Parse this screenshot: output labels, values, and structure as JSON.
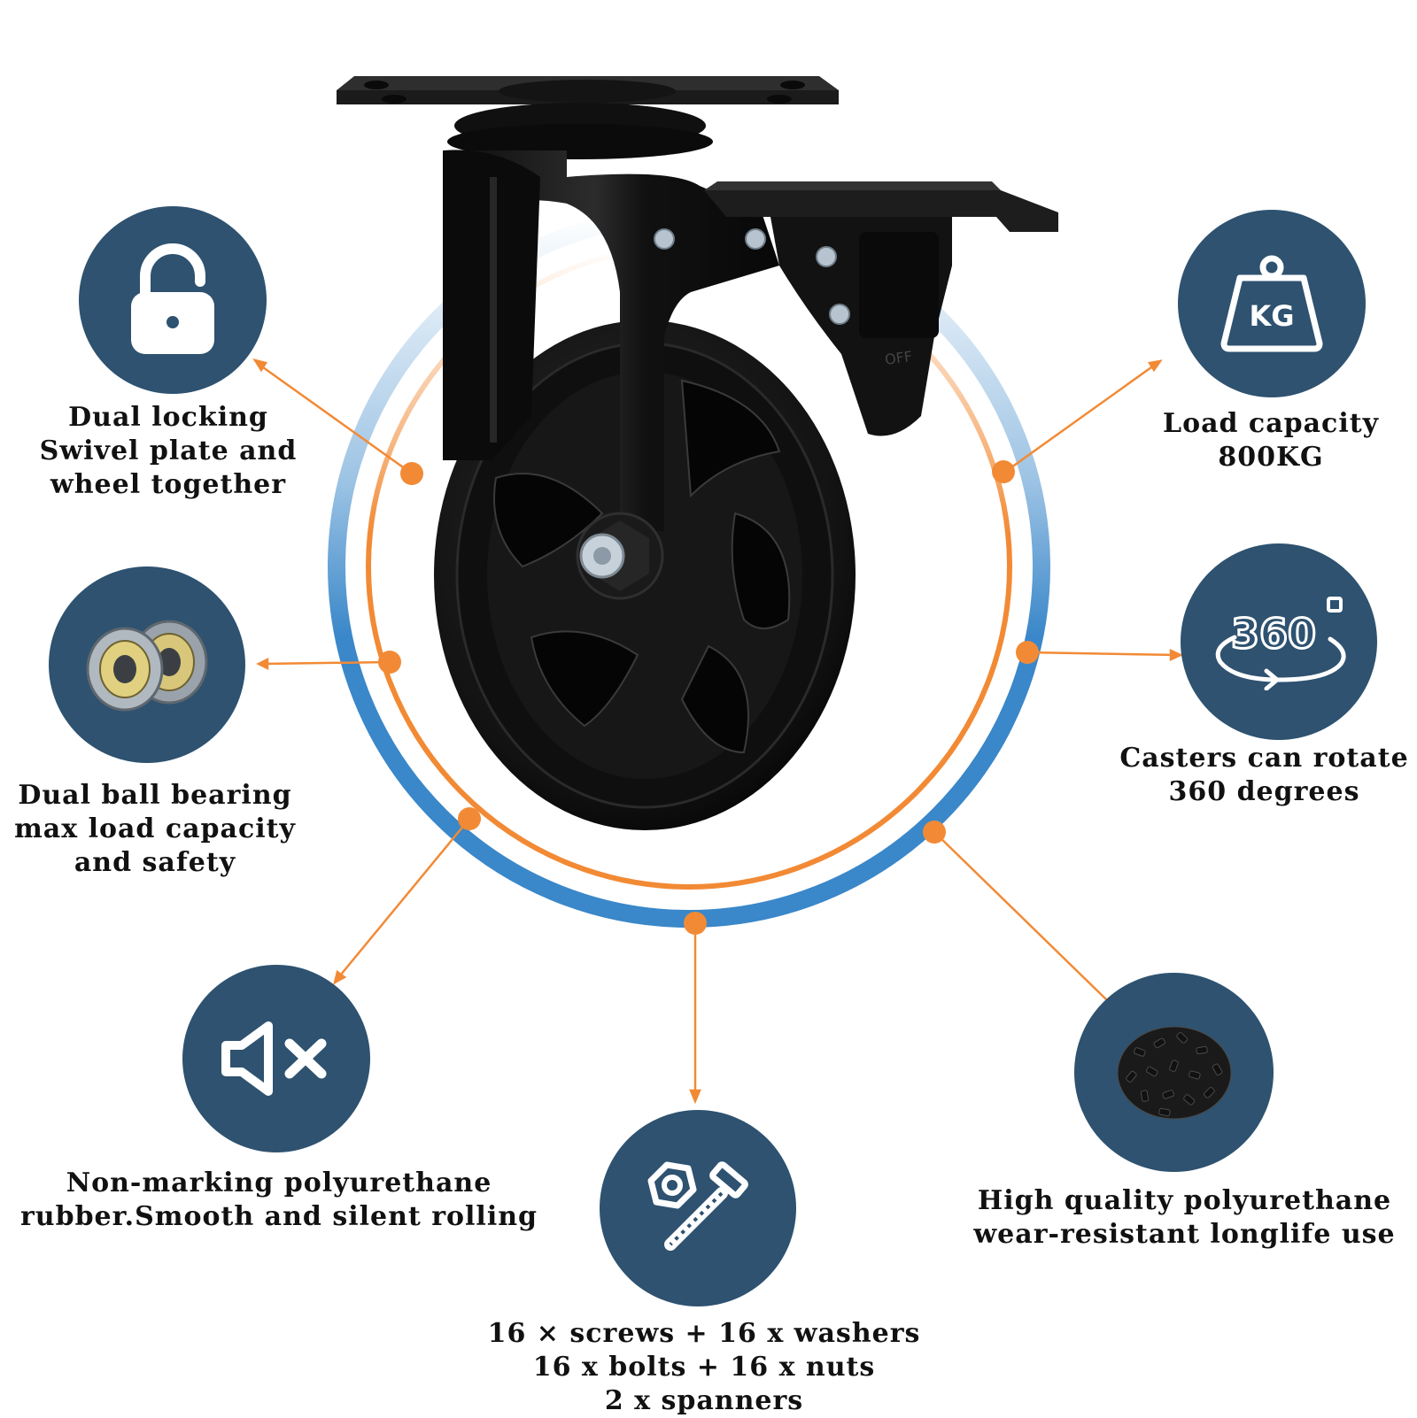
{
  "colors": {
    "badge": "#2e5270",
    "accent": "#f28a35",
    "ring": "#3a87c9",
    "icon": "#ffffff"
  },
  "features": {
    "lock": {
      "icon": "unlocked-padlock-icon",
      "lines": [
        "Dual locking",
        "Swivel plate and",
        "wheel together"
      ]
    },
    "load": {
      "icon": "kg-weight-icon",
      "lines": [
        "Load capacity",
        "800KG"
      ]
    },
    "bearing": {
      "icon": "ball-bearings-icon",
      "lines": [
        "Dual ball bearing",
        "max load capacity",
        "and safety"
      ]
    },
    "rotate": {
      "icon": "rotate-360-icon",
      "lines": [
        "Casters can rotate",
        "360 degrees"
      ]
    },
    "silent": {
      "icon": "mute-speaker-icon",
      "lines": [
        "Non-marking polyurethane",
        "rubber.Smooth and silent rolling"
      ]
    },
    "material": {
      "icon": "polyurethane-pellets-icon",
      "lines": [
        "High quality polyurethane",
        "wear-resistant longlife use"
      ]
    },
    "hardware": {
      "icon": "nut-and-bolt-icon",
      "lines": [
        "16 × screws + 16 x washers",
        "16 x bolts + 16 x nuts",
        "2 x spanners"
      ]
    }
  },
  "icon_text": {
    "kg": "KG",
    "deg": "360"
  }
}
